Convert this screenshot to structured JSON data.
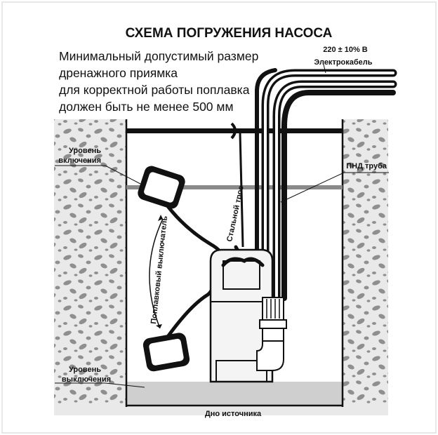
{
  "title": "СХЕМА ПОГРУЖЕНИЯ НАСОСА",
  "note": {
    "lines": [
      "Минимальный допустимый размер",
      "дренажного приямка",
      "для корректной работы поплавка",
      "должен быть не менее 500 мм"
    ]
  },
  "labels": {
    "voltage": "220 ± 10% В",
    "cable": "Электрокабель",
    "pipe": "ПНД труба",
    "steel_rope": "Стальной трос",
    "float_switch": "Поплавковый выключатель",
    "level_on": [
      "Уровень",
      "включения"
    ],
    "level_off": [
      "Уровень",
      "выключения"
    ],
    "bottom": "Дно источника"
  },
  "colors": {
    "ink": "#111111",
    "soil": "#e9e9e9",
    "stone": "#8f8f8f",
    "water_line": "#8a8a8a",
    "sediment": "#cfcfcf",
    "pump_fill": "#f4f4f4"
  }
}
